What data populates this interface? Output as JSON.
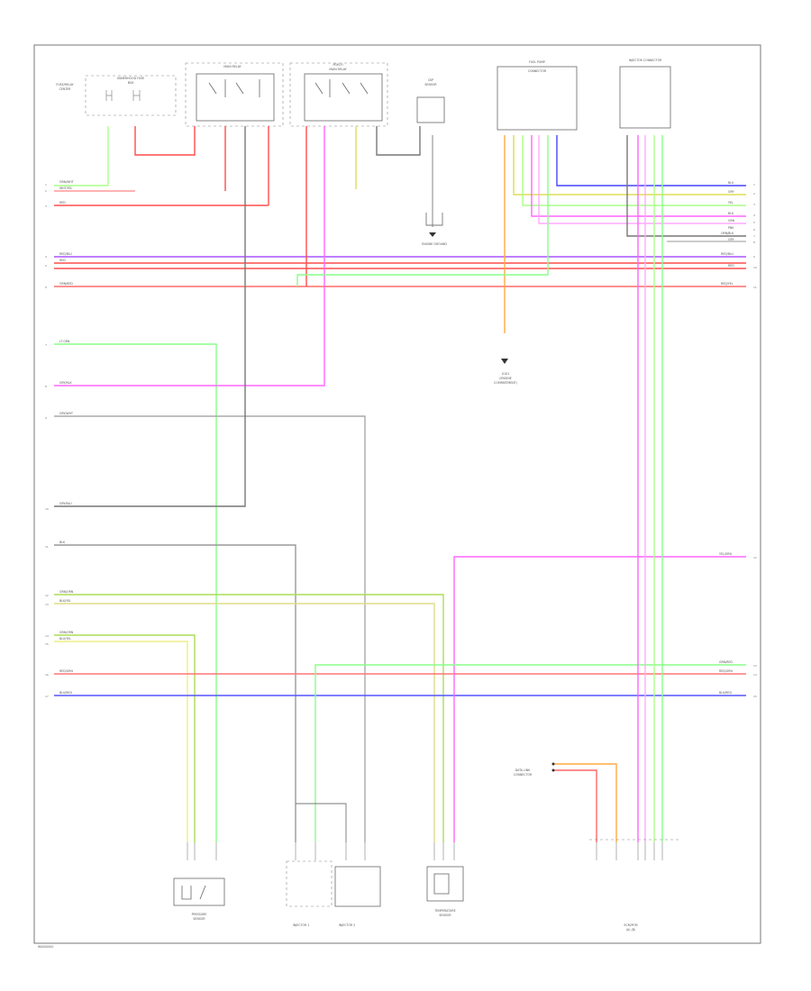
{
  "figure_code": "W0000000",
  "colors": {
    "red": "#ff4d4d",
    "pink": "#ff66ff",
    "green": "#66ee66",
    "lightgreen": "#aaff88",
    "yellow": "#dddd55",
    "blue": "#4444ff",
    "gray": "#777777",
    "lightgray": "#aaaaaa",
    "orange": "#ffaa44",
    "frame": "#777777"
  },
  "components": {
    "fuse_box": {
      "lines": [
        "FUSE/RELAY",
        "CENTER"
      ]
    },
    "underhood_fuse": {
      "lines": [
        "UNDERHOOD FUSE",
        "BOX"
      ]
    },
    "relay_a": {
      "lines": [
        "MAIN RELAY"
      ]
    },
    "relay_b": {
      "lines": [
        "PGM-FI",
        "MAIN RELAY"
      ]
    },
    "sensor_top": {
      "lines": [
        "CKP",
        "SENSOR"
      ]
    },
    "ground_top": {
      "lines": [
        "ENGINE GROUND"
      ]
    },
    "fuel_pump_conn": {
      "lines": [
        "FUEL PUMP",
        "CONNECTOR"
      ]
    },
    "right_connector": {
      "lines": [
        "INJECTOR CONNECTOR"
      ]
    },
    "ground_mid": {
      "lines": [
        "G101",
        "(ENGINE",
        "COMPARTMENT)"
      ]
    },
    "sensor_bl": {
      "lines": [
        "PRESSURE",
        "SENSOR"
      ]
    },
    "inj_1": {
      "lines": [
        "INJECTOR 1"
      ]
    },
    "inj_2": {
      "lines": [
        "INJECTOR 2"
      ]
    },
    "sensor_bm": {
      "lines": [
        "TEMPERATURE",
        "SENSOR"
      ]
    },
    "data_link": {
      "lines": [
        "DATA LINK",
        "CONNECTOR"
      ]
    },
    "ecm_bottom": {
      "lines": [
        "ECM/PCM",
        "(A) (B)"
      ]
    }
  },
  "left_wires": [
    {
      "pin": "1",
      "label": "GRN/WHT"
    },
    {
      "pin": "2",
      "label": "WHT/YEL"
    },
    {
      "pin": "3",
      "label": "RED"
    },
    {
      "pin": "4",
      "label": "RED/BLU"
    },
    {
      "pin": "5",
      "label": "RED"
    },
    {
      "pin": "6",
      "label": "ORN/RED"
    },
    {
      "pin": "7",
      "label": "LT GRN"
    },
    {
      "pin": "8",
      "label": "GRY/BLK"
    },
    {
      "pin": "9",
      "label": "GRY/WHT"
    },
    {
      "pin": "10",
      "label": "GRY/BLU"
    },
    {
      "pin": "11",
      "label": "BLK"
    },
    {
      "pin": "12",
      "label": "GRN/ORN"
    },
    {
      "pin": "13",
      "label": "BLK/YEL"
    },
    {
      "pin": "14",
      "label": "GRN/ORN"
    },
    {
      "pin": "15",
      "label": "BLU/YEL"
    },
    {
      "pin": "16",
      "label": "RED/GRN"
    },
    {
      "pin": "17",
      "label": "BLU/RED"
    }
  ],
  "right_wires": [
    {
      "pin": "1",
      "label": "BLU"
    },
    {
      "pin": "2",
      "label": "GRY"
    },
    {
      "pin": "3",
      "label": "YEL"
    },
    {
      "pin": "4",
      "label": "BLK"
    },
    {
      "pin": "5",
      "label": "GRN"
    },
    {
      "pin": "6",
      "label": "PNK"
    },
    {
      "pin": "7",
      "label": "ORN/BLK"
    },
    {
      "pin": "8",
      "label": "GRY"
    },
    {
      "pin": "9",
      "label": "RED/BLU"
    },
    {
      "pin": "10",
      "label": "RED"
    },
    {
      "pin": "11",
      "label": "RED/YEL"
    },
    {
      "pin": "12",
      "label": "YEL/GRN"
    },
    {
      "pin": "13",
      "label": "GRN/RED"
    },
    {
      "pin": "14",
      "label": "RED/GRN"
    },
    {
      "pin": "15",
      "label": "BLU/RED"
    }
  ]
}
